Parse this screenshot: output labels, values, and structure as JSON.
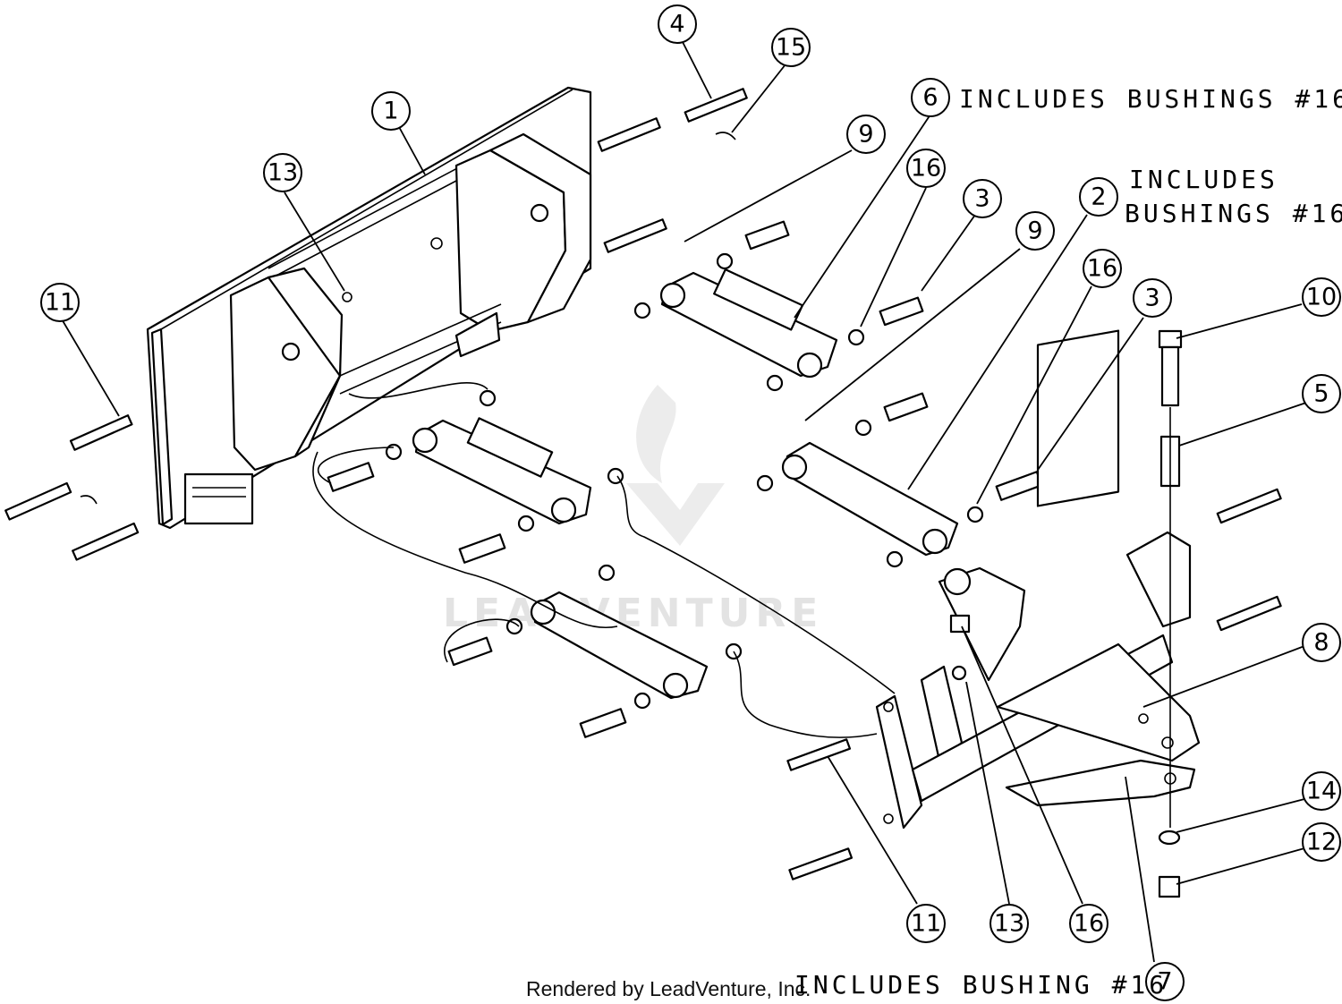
{
  "callouts": [
    {
      "id": "c1",
      "label": "1"
    },
    {
      "id": "c2",
      "label": "2"
    },
    {
      "id": "c3a",
      "label": "3"
    },
    {
      "id": "c3b",
      "label": "3"
    },
    {
      "id": "c4",
      "label": "4"
    },
    {
      "id": "c5",
      "label": "5"
    },
    {
      "id": "c6",
      "label": "6"
    },
    {
      "id": "c7",
      "label": "7"
    },
    {
      "id": "c8",
      "label": "8"
    },
    {
      "id": "c9a",
      "label": "9"
    },
    {
      "id": "c9b",
      "label": "9"
    },
    {
      "id": "c10",
      "label": "10"
    },
    {
      "id": "c11a",
      "label": "11"
    },
    {
      "id": "c11b",
      "label": "11"
    },
    {
      "id": "c12",
      "label": "12"
    },
    {
      "id": "c13a",
      "label": "13"
    },
    {
      "id": "c13b",
      "label": "13"
    },
    {
      "id": "c14",
      "label": "14"
    },
    {
      "id": "c15",
      "label": "15"
    },
    {
      "id": "c16a",
      "label": "16"
    },
    {
      "id": "c16b",
      "label": "16"
    },
    {
      "id": "c16c",
      "label": "16"
    }
  ],
  "notes": {
    "part6": "INCLUDES BUSHINGS #16",
    "part2_line1": "INCLUDES",
    "part2_line2": "BUSHINGS #16",
    "part7": "INCLUDES BUSHING #16"
  },
  "credit": "Rendered by LeadVenture, Inc.",
  "watermark": "LEADVENTURE",
  "colors": {
    "line": "#000000",
    "background": "#ffffff",
    "watermark": "#e3e3e3"
  }
}
